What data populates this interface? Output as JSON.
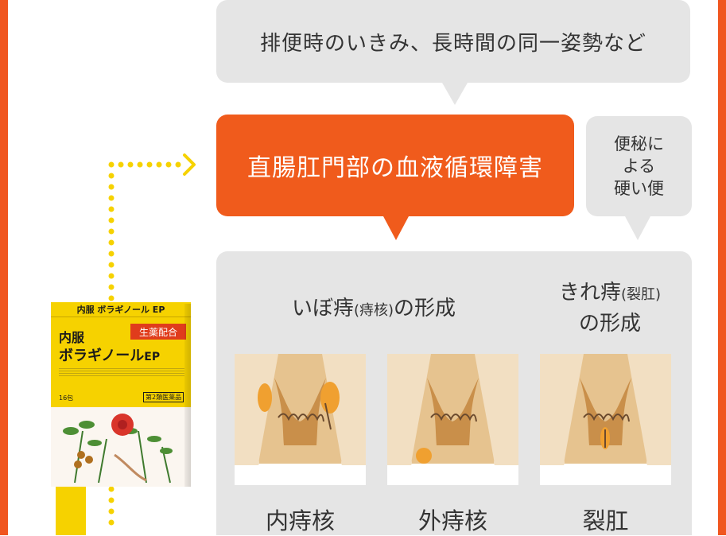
{
  "cause": "排便時のいきみ、長時間の同一姿勢など",
  "main_cause": "直腸肛門部の血液循環障害",
  "constipation": {
    "line1": "便秘に",
    "line2": "よる",
    "line3": "硬い便"
  },
  "hemorrhoid": {
    "pre": "いぼ痔",
    "paren": "(痔核)",
    "post": "の形成"
  },
  "fissure": {
    "pre": "きれ痔",
    "paren": "(裂肛)",
    "line2": "の形成"
  },
  "labels": {
    "internal": "内痔核",
    "external": "外痔核",
    "fissure": "裂肛"
  },
  "product": {
    "top_band": "内服 ボラギノール EP",
    "badge": "生薬配合",
    "line1": "内服",
    "line2": "ボラギノール",
    "suffix": "EP",
    "count": "16包",
    "category": "第2類医薬品"
  },
  "colors": {
    "orange": "#f05b1c",
    "grey_bubble": "#e5e5e5",
    "yellow": "#f6d200",
    "text": "#333333"
  }
}
